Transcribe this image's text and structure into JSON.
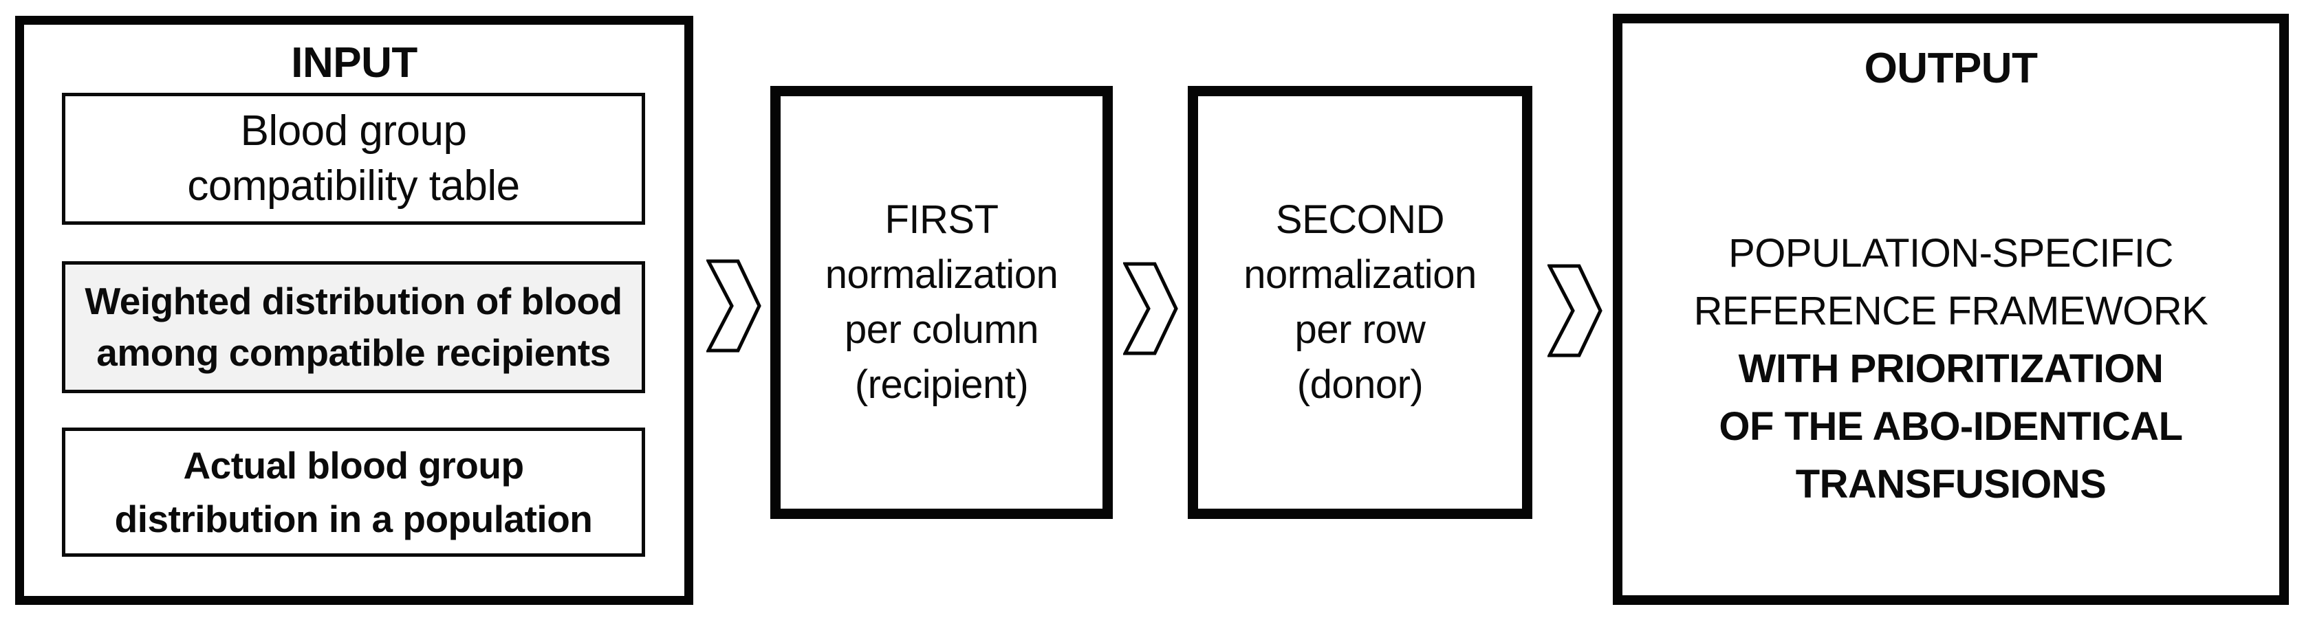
{
  "input": {
    "title": "INPUT",
    "boxes": [
      {
        "lines": [
          "Blood group",
          "compatibility table"
        ],
        "style": "regular"
      },
      {
        "lines": [
          "Weighted distribution of blood",
          "among compatible recipients"
        ],
        "style": "bold-highlighted"
      },
      {
        "lines": [
          "Actual blood group",
          "distribution in a population"
        ],
        "style": "bold"
      }
    ]
  },
  "steps": [
    {
      "lines": [
        "FIRST",
        "normalization",
        "per column",
        "(recipient)"
      ]
    },
    {
      "lines": [
        "SECOND",
        "normalization",
        "per row",
        "(donor)"
      ]
    }
  ],
  "output": {
    "title": "OUTPUT",
    "body_lines": [
      {
        "text": "POPULATION-SPECIFIC",
        "bold": false
      },
      {
        "text": "REFERENCE FRAMEWORK",
        "bold": false
      },
      {
        "text": "WITH PRIORITIZATION",
        "bold": true
      },
      {
        "text": "OF THE ABO-IDENTICAL",
        "bold": true
      },
      {
        "text": "TRANSFUSIONS",
        "bold": true
      }
    ]
  },
  "icons": {
    "arrow": "chevron-right"
  },
  "colors": {
    "border": "#050505",
    "text": "#0b0b0b",
    "highlight_box_background": "#f2f2f2",
    "background": "#ffffff"
  }
}
